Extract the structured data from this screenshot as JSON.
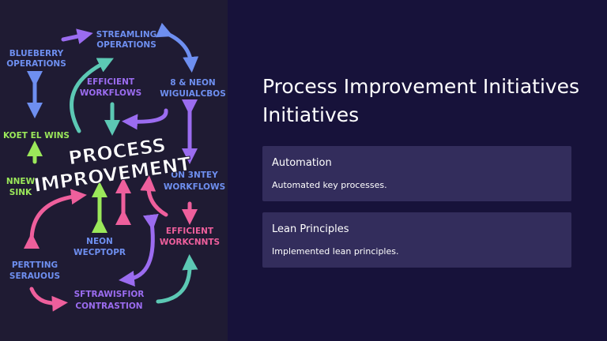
{
  "slide": {
    "title_line1": "Process Improvement Initiatives",
    "title_line2": "Initiatives",
    "cards": [
      {
        "title": "Automation",
        "description": "Automated key processes."
      },
      {
        "title": "Lean Principles",
        "description": "Implemented lean principles."
      }
    ]
  },
  "illustration": {
    "center_line1": "PROCESS",
    "center_line2": "IMPROVEMENT",
    "labels": {
      "streamling_1": "STREAMLING",
      "streamling_2": "OPERATIONS",
      "blueberry_1": "BLUEBERRY",
      "blueberry_2": "OPERATIONS",
      "efficient_1": "EFFICIENT",
      "efficient_2": "WORKFLOWS",
      "neon_top_1": "8 & NEON",
      "neon_top_2": "WIGUIALCBOS",
      "koet": "KOET EL WINS",
      "nnew_1": "NNEW",
      "nnew_2": "SINK",
      "ontey_1": "ON 3NTEY",
      "ontey_2": "WORKFLOWS",
      "neon_mid_1": "NEON",
      "neon_mid_2": "WECPTOPR",
      "effwork_1": "EFFICIENT",
      "effwork_2": "WORKCNNTS",
      "pertting_1": "PERTTING",
      "pertting_2": "SERAUOUS",
      "sftraw_1": "SFTRAWISFIOR",
      "sftraw_2": "CONTRASTION"
    },
    "colors": {
      "purple": "#9b6cf0",
      "blue": "#6e8ff0",
      "teal": "#5cc8b4",
      "green": "#9be85a",
      "pink": "#ee5f9c"
    }
  }
}
